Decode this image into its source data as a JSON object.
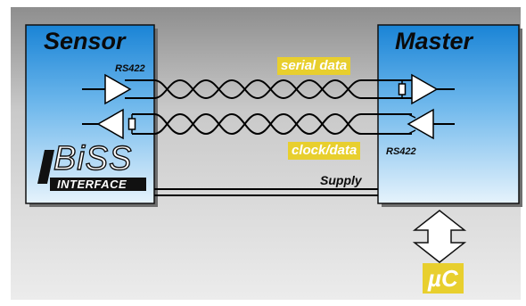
{
  "sensor": {
    "title": "Sensor",
    "driver_label": "RS422"
  },
  "master": {
    "title": "Master",
    "driver_label": "RS422"
  },
  "lines": {
    "serial_data_label": "serial data",
    "clock_data_label": "clock/data",
    "supply_label": "Supply"
  },
  "logo": {
    "word": "BiSS",
    "subword": "INTERFACE"
  },
  "microcontroller": {
    "label": "µC"
  },
  "colors": {
    "box_top": "#1c86d8",
    "box_bottom": "#e4f2fc",
    "highlight": "#e8cf2e",
    "background_dark": "#8c8c8c",
    "background_light": "#e6e6e6"
  },
  "icons": [
    "driver-triangle-icon",
    "termination-resistor-icon",
    "double-arrow-icon",
    "biss-logo-icon"
  ]
}
